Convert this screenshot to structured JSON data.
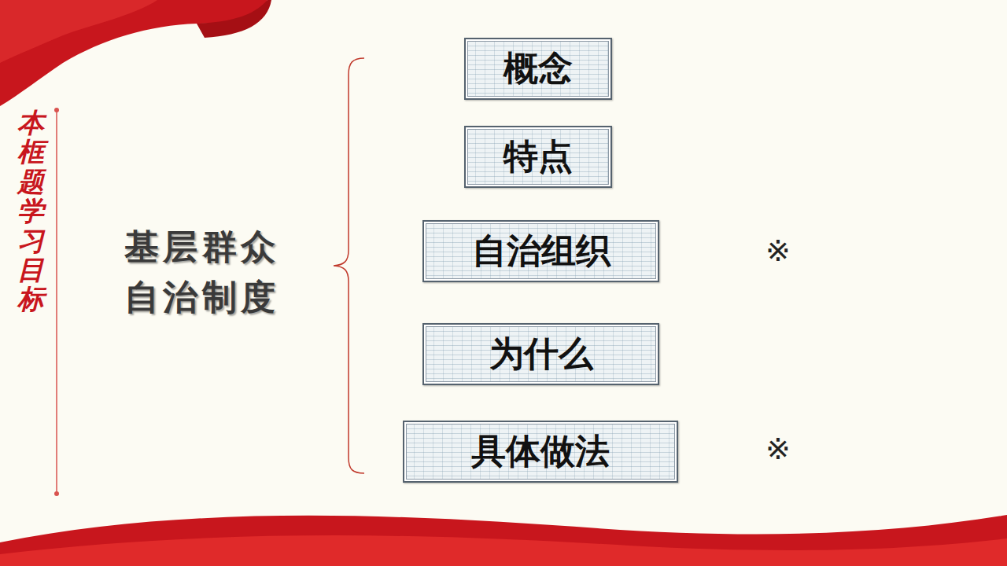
{
  "diagram": {
    "title": "本框题学习目标",
    "nodes": [
      {
        "text": [
          "概念"
        ]
      },
      {
        "text": [
          "特点"
        ]
      },
      {
        "text": [
          "自治组织"
        ]
      },
      {
        "text": [
          "为什么"
        ]
      },
      {
        "text": [
          "具体做法"
        ]
      }
    ],
    "labels": [
      "基层群众 自治制度",
      "※",
      "※"
    ]
  }
}
